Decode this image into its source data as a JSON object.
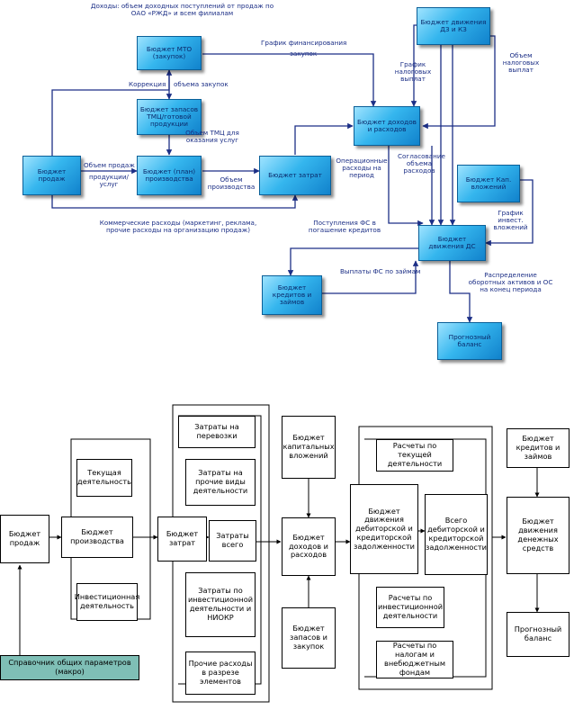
{
  "top": {
    "nodes": {
      "mto": "Бюджет МТО (закупок)",
      "zapasy": "Бюджет запасов ТМЦ/готовой продукции",
      "prodazh": "Бюджет продаж",
      "proizvodstvo": "Бюджет (план) производства",
      "zatrat": "Бюджет затрат",
      "dohody": "Бюджет доходов и расходов",
      "dz_kz": "Бюджет движения ДЗ и КЗ",
      "kap": "Бюджет Кап. вложений",
      "ds": "Бюджет движения ДС",
      "kredity": "Бюджет кредитов и займов",
      "prognoz": "Прогнозный баланс"
    },
    "labels": {
      "dohody_rzd": "Доходы: объем доходных поступлений от продаж по ОАО «РЖД» и всем филиалам",
      "grafik_fin": "График финансирования",
      "zakupok": "закупок",
      "korrektsiya": "Коррекция",
      "obem_zakupok": "объема закупок",
      "obem_prodazh": "Объем продаж",
      "produktsii_uslug": "продукции/ услуг",
      "obem_tmc": "Объем ТМЦ для оказания услуг",
      "obem_proizvodstva": "Объем производства",
      "grafik_nalog": "График налоговых выплат",
      "obem_nalog": "Объем налоговых выплат",
      "oper_rashody": "Операционные расходы на период",
      "soglasovanie": "Согласование объема расходов",
      "kommercheskie": "Коммерческие расходы (маркетинг, реклама, прочие расходы на организацию продаж)",
      "postupleniya": "Поступления ФС в погашение кредитов",
      "grafik_invest": "График инвест. вложений",
      "vyplaty": "Выплаты ФС по займам",
      "raspredelenie": "Распределение оборотных активов и ОС на конец периода"
    }
  },
  "bottom": {
    "nodes": {
      "prodazh": "Бюджет продаж",
      "spravochnik": "Справочник общих параметров (макро)",
      "proizvodstva": "Бюджет производства",
      "tekushchaya": "Текущая деятельность",
      "investitsionnaya": "Инвестиционная деятельность",
      "zatrat": "Бюджет затрат",
      "z_perevozki": "Затраты на перевозки",
      "z_prochie_vidy": "Затраты на прочие виды деятельности",
      "z_vsego": "Затраты всего",
      "z_invest": "Затраты по инвестиционной деятельности и НИОКР",
      "prochie_rashody": "Прочие расходы в разрезе элементов",
      "kap_vlozheniy": "Бюджет капитальных вложений",
      "dohodov": "Бюджет доходов и расходов",
      "zapasov": "Бюджет запасов и закупок",
      "raschety_tek": "Расчеты по текущей деятельности",
      "dvizh_dz": "Бюджет движения дебиторской и кредиторской задолженности",
      "vsego_dz": "Всего дебиторской и кредиторской задолженности",
      "raschety_inv": "Расчеты по инвестиционной деятельности",
      "raschety_nalog": "Расчеты по налогам и внебюджетным фондам",
      "kreditov": "Бюджет кредитов и займов",
      "dvizh_ds": "Бюджет движения денежных средств",
      "prognoz": "Прогнозный баланс"
    }
  }
}
